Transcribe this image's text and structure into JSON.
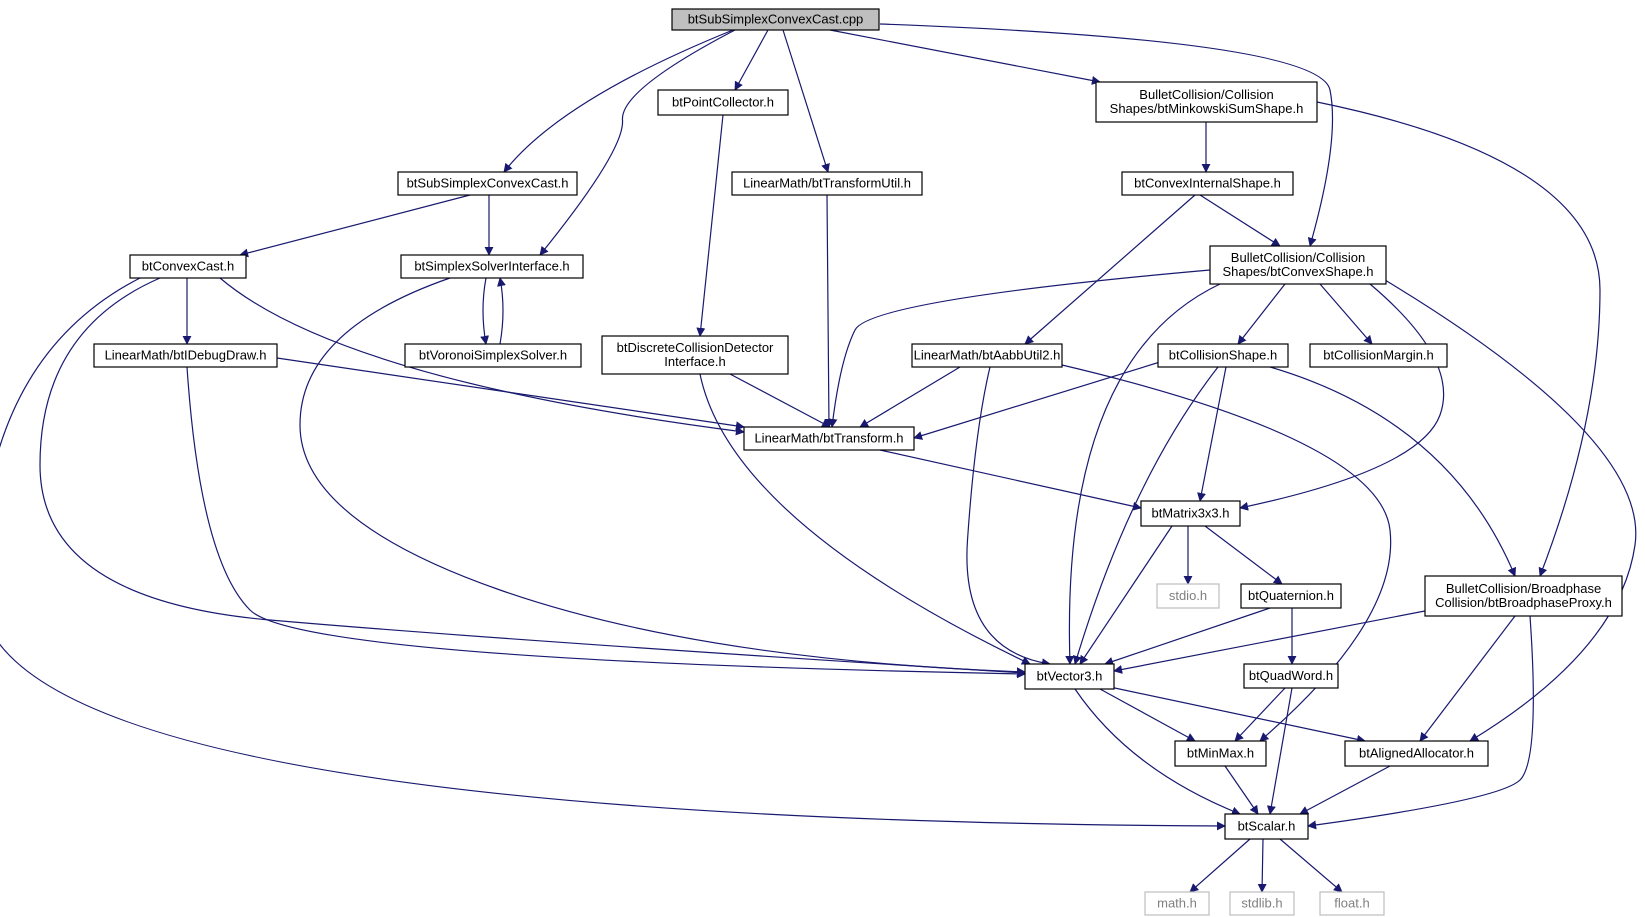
{
  "diagram": {
    "title": "",
    "nodes": [
      {
        "id": "root",
        "lines": [
          "btSubSimplexConvexCast.cpp"
        ],
        "kind": "root"
      },
      {
        "id": "pointcollector",
        "lines": [
          "btPointCollector.h"
        ],
        "kind": "normal"
      },
      {
        "id": "minkowski",
        "lines": [
          "BulletCollision/Collision",
          "Shapes/btMinkowskiSumShape.h"
        ],
        "kind": "normal"
      },
      {
        "id": "subsimplex_h",
        "lines": [
          "btSubSimplexConvexCast.h"
        ],
        "kind": "normal"
      },
      {
        "id": "transformutil",
        "lines": [
          "LinearMath/btTransformUtil.h"
        ],
        "kind": "normal"
      },
      {
        "id": "convexinternal",
        "lines": [
          "btConvexInternalShape.h"
        ],
        "kind": "normal"
      },
      {
        "id": "convexcast",
        "lines": [
          "btConvexCast.h"
        ],
        "kind": "normal"
      },
      {
        "id": "simplexsolver",
        "lines": [
          "btSimplexSolverInterface.h"
        ],
        "kind": "normal"
      },
      {
        "id": "convexshape",
        "lines": [
          "BulletCollision/Collision",
          "Shapes/btConvexShape.h"
        ],
        "kind": "normal"
      },
      {
        "id": "idebugdraw",
        "lines": [
          "LinearMath/btIDebugDraw.h"
        ],
        "kind": "normal"
      },
      {
        "id": "voronoi",
        "lines": [
          "btVoronoiSimplexSolver.h"
        ],
        "kind": "normal"
      },
      {
        "id": "discrete",
        "lines": [
          "btDiscreteCollisionDetector",
          "Interface.h"
        ],
        "kind": "normal"
      },
      {
        "id": "aabbutil",
        "lines": [
          "LinearMath/btAabbUtil2.h"
        ],
        "kind": "normal"
      },
      {
        "id": "collisionshape",
        "lines": [
          "btCollisionShape.h"
        ],
        "kind": "normal"
      },
      {
        "id": "collisionmargin",
        "lines": [
          "btCollisionMargin.h"
        ],
        "kind": "normal"
      },
      {
        "id": "transform",
        "lines": [
          "LinearMath/btTransform.h"
        ],
        "kind": "normal"
      },
      {
        "id": "matrix3x3",
        "lines": [
          "btMatrix3x3.h"
        ],
        "kind": "normal"
      },
      {
        "id": "stdio",
        "lines": [
          "stdio.h"
        ],
        "kind": "system"
      },
      {
        "id": "quaternion",
        "lines": [
          "btQuaternion.h"
        ],
        "kind": "normal"
      },
      {
        "id": "broadphaseproxy",
        "lines": [
          "BulletCollision/Broadphase",
          "Collision/btBroadphaseProxy.h"
        ],
        "kind": "normal"
      },
      {
        "id": "vector3",
        "lines": [
          "btVector3.h"
        ],
        "kind": "normal"
      },
      {
        "id": "quadword",
        "lines": [
          "btQuadWord.h"
        ],
        "kind": "normal"
      },
      {
        "id": "minmax",
        "lines": [
          "btMinMax.h"
        ],
        "kind": "normal"
      },
      {
        "id": "alignedalloc",
        "lines": [
          "btAlignedAllocator.h"
        ],
        "kind": "normal"
      },
      {
        "id": "scalar",
        "lines": [
          "btScalar.h"
        ],
        "kind": "normal"
      },
      {
        "id": "math",
        "lines": [
          "math.h"
        ],
        "kind": "system"
      },
      {
        "id": "stdlib",
        "lines": [
          "stdlib.h"
        ],
        "kind": "system"
      },
      {
        "id": "float",
        "lines": [
          "float.h"
        ],
        "kind": "system"
      }
    ],
    "edges": [
      [
        "root",
        "subsimplex_h"
      ],
      [
        "root",
        "simplexsolver"
      ],
      [
        "root",
        "pointcollector"
      ],
      [
        "root",
        "transformutil"
      ],
      [
        "root",
        "minkowski"
      ],
      [
        "root",
        "convexshape"
      ],
      [
        "subsimplex_h",
        "convexcast"
      ],
      [
        "subsimplex_h",
        "simplexsolver"
      ],
      [
        "simplexsolver",
        "voronoi"
      ],
      [
        "voronoi",
        "simplexsolver"
      ],
      [
        "simplexsolver",
        "vector3"
      ],
      [
        "convexcast",
        "idebugdraw"
      ],
      [
        "convexcast",
        "transform"
      ],
      [
        "convexcast",
        "vector3"
      ],
      [
        "convexcast",
        "scalar"
      ],
      [
        "idebugdraw",
        "transform"
      ],
      [
        "idebugdraw",
        "vector3"
      ],
      [
        "pointcollector",
        "discrete"
      ],
      [
        "discrete",
        "transform"
      ],
      [
        "discrete",
        "vector3"
      ],
      [
        "transformutil",
        "transform"
      ],
      [
        "minkowski",
        "convexinternal"
      ],
      [
        "minkowski",
        "broadphaseproxy"
      ],
      [
        "convexinternal",
        "convexshape"
      ],
      [
        "convexinternal",
        "aabbutil"
      ],
      [
        "convexshape",
        "transform"
      ],
      [
        "convexshape",
        "vector3"
      ],
      [
        "convexshape",
        "collisionshape"
      ],
      [
        "convexshape",
        "collisionmargin"
      ],
      [
        "convexshape",
        "matrix3x3"
      ],
      [
        "convexshape",
        "alignedalloc"
      ],
      [
        "aabbutil",
        "transform"
      ],
      [
        "aabbutil",
        "vector3"
      ],
      [
        "aabbutil",
        "minmax"
      ],
      [
        "collisionshape",
        "transform"
      ],
      [
        "collisionshape",
        "vector3"
      ],
      [
        "collisionshape",
        "matrix3x3"
      ],
      [
        "collisionshape",
        "broadphaseproxy"
      ],
      [
        "transform",
        "matrix3x3"
      ],
      [
        "matrix3x3",
        "vector3"
      ],
      [
        "matrix3x3",
        "stdio"
      ],
      [
        "matrix3x3",
        "quaternion"
      ],
      [
        "quaternion",
        "vector3"
      ],
      [
        "quaternion",
        "quadword"
      ],
      [
        "broadphaseproxy",
        "vector3"
      ],
      [
        "broadphaseproxy",
        "alignedalloc"
      ],
      [
        "broadphaseproxy",
        "scalar"
      ],
      [
        "vector3",
        "minmax"
      ],
      [
        "vector3",
        "alignedalloc"
      ],
      [
        "vector3",
        "scalar"
      ],
      [
        "quadword",
        "minmax"
      ],
      [
        "quadword",
        "scalar"
      ],
      [
        "minmax",
        "scalar"
      ],
      [
        "alignedalloc",
        "scalar"
      ],
      [
        "scalar",
        "math"
      ],
      [
        "scalar",
        "stdlib"
      ],
      [
        "scalar",
        "float"
      ]
    ]
  },
  "colors": {
    "edge": "#191970",
    "node_border": "#000000",
    "root_fill": "#bfbfbf",
    "node_fill": "#ffffff",
    "system_border": "#bfbfbf",
    "system_text": "#7f7f7f"
  }
}
